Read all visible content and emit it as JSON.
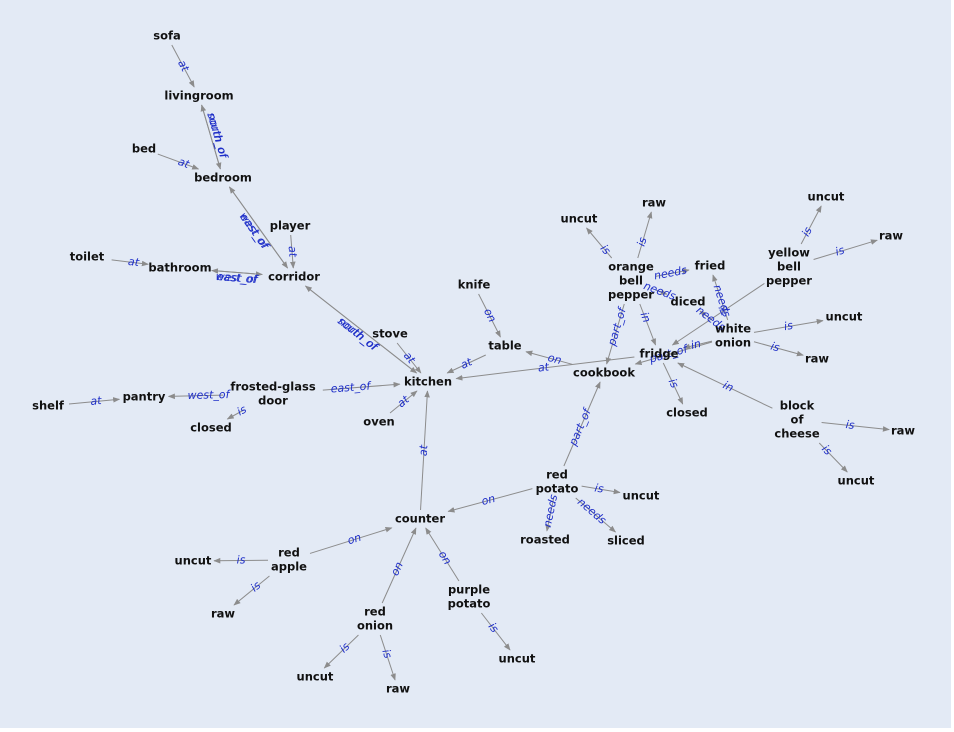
{
  "colors": {
    "background": "#e3eaf5",
    "node_text": "#111111",
    "player_text": "#e8a030",
    "edge_line": "#8c8c8c",
    "edge_label": "#1f2fc8"
  },
  "nodes": [
    {
      "id": "sofa",
      "lines": [
        "sofa"
      ]
    },
    {
      "id": "livingroom",
      "lines": [
        "livingroom"
      ]
    },
    {
      "id": "bed",
      "lines": [
        "bed"
      ]
    },
    {
      "id": "bedroom",
      "lines": [
        "bedroom"
      ]
    },
    {
      "id": "player",
      "lines": [
        "player"
      ],
      "highlight": true
    },
    {
      "id": "toilet",
      "lines": [
        "toilet"
      ]
    },
    {
      "id": "bathroom",
      "lines": [
        "bathroom"
      ]
    },
    {
      "id": "corridor",
      "lines": [
        "corridor"
      ]
    },
    {
      "id": "knife",
      "lines": [
        "knife"
      ]
    },
    {
      "id": "stove",
      "lines": [
        "stove"
      ]
    },
    {
      "id": "table",
      "lines": [
        "table"
      ]
    },
    {
      "id": "kitchen",
      "lines": [
        "kitchen"
      ]
    },
    {
      "id": "frosted_glass_door",
      "lines": [
        "frosted-glass",
        "door"
      ]
    },
    {
      "id": "pantry",
      "lines": [
        "pantry"
      ]
    },
    {
      "id": "shelf",
      "lines": [
        "shelf"
      ]
    },
    {
      "id": "closed_door",
      "lines": [
        "closed"
      ]
    },
    {
      "id": "oven",
      "lines": [
        "oven"
      ]
    },
    {
      "id": "uncut_bell",
      "lines": [
        "uncut"
      ]
    },
    {
      "id": "raw_bell",
      "lines": [
        "raw"
      ]
    },
    {
      "id": "orange_bell_pepper",
      "lines": [
        "orange",
        "bell",
        "pepper"
      ]
    },
    {
      "id": "fried",
      "lines": [
        "fried"
      ]
    },
    {
      "id": "diced",
      "lines": [
        "diced"
      ]
    },
    {
      "id": "uncut_yellow",
      "lines": [
        "uncut"
      ]
    },
    {
      "id": "raw_yellow",
      "lines": [
        "raw"
      ]
    },
    {
      "id": "yellow_bell_pepper",
      "lines": [
        "yellow",
        "bell",
        "pepper"
      ]
    },
    {
      "id": "white_onion",
      "lines": [
        "white",
        "onion"
      ]
    },
    {
      "id": "uncut_white",
      "lines": [
        "uncut"
      ]
    },
    {
      "id": "raw_white",
      "lines": [
        "raw"
      ]
    },
    {
      "id": "fridge",
      "lines": [
        "fridge"
      ]
    },
    {
      "id": "cookbook",
      "lines": [
        "cookbook"
      ]
    },
    {
      "id": "closed_fridge",
      "lines": [
        "closed"
      ]
    },
    {
      "id": "block_of_cheese",
      "lines": [
        "block",
        "of",
        "cheese"
      ]
    },
    {
      "id": "raw_cheese",
      "lines": [
        "raw"
      ]
    },
    {
      "id": "uncut_cheese",
      "lines": [
        "uncut"
      ]
    },
    {
      "id": "red_potato",
      "lines": [
        "red",
        "potato"
      ]
    },
    {
      "id": "uncut_potato",
      "lines": [
        "uncut"
      ]
    },
    {
      "id": "roasted",
      "lines": [
        "roasted"
      ]
    },
    {
      "id": "sliced",
      "lines": [
        "sliced"
      ]
    },
    {
      "id": "counter",
      "lines": [
        "counter"
      ]
    },
    {
      "id": "red_apple",
      "lines": [
        "red",
        "apple"
      ]
    },
    {
      "id": "uncut_apple",
      "lines": [
        "uncut"
      ]
    },
    {
      "id": "raw_apple",
      "lines": [
        "raw"
      ]
    },
    {
      "id": "red_onion",
      "lines": [
        "red",
        "onion"
      ]
    },
    {
      "id": "uncut_ronion",
      "lines": [
        "uncut"
      ]
    },
    {
      "id": "raw_ronion",
      "lines": [
        "raw"
      ]
    },
    {
      "id": "purple_potato",
      "lines": [
        "purple",
        "potato"
      ]
    },
    {
      "id": "uncut_ppotato",
      "lines": [
        "uncut"
      ]
    }
  ],
  "edges": [
    {
      "from": "sofa",
      "to": "livingroom",
      "label": "at"
    },
    {
      "from": "livingroom",
      "to": "bedroom",
      "label": "north_of"
    },
    {
      "from": "bedroom",
      "to": "livingroom",
      "label": "south_of"
    },
    {
      "from": "bed",
      "to": "bedroom",
      "label": "at"
    },
    {
      "from": "bedroom",
      "to": "corridor",
      "label": "west_of"
    },
    {
      "from": "corridor",
      "to": "bedroom",
      "label": "east_of"
    },
    {
      "from": "player",
      "to": "corridor",
      "label": "at"
    },
    {
      "from": "toilet",
      "to": "bathroom",
      "label": "at"
    },
    {
      "from": "bathroom",
      "to": "corridor",
      "label": "east_of"
    },
    {
      "from": "corridor",
      "to": "bathroom",
      "label": "west_of"
    },
    {
      "from": "corridor",
      "to": "kitchen",
      "label": "north_of"
    },
    {
      "from": "kitchen",
      "to": "corridor",
      "label": "south_of"
    },
    {
      "from": "stove",
      "to": "kitchen",
      "label": "at"
    },
    {
      "from": "knife",
      "to": "table",
      "label": "on"
    },
    {
      "from": "table",
      "to": "kitchen",
      "label": "at"
    },
    {
      "from": "frosted_glass_door",
      "to": "kitchen",
      "label": "east_of"
    },
    {
      "from": "frosted_glass_door",
      "to": "pantry",
      "label": "west_of"
    },
    {
      "from": "frosted_glass_door",
      "to": "closed_door",
      "label": "is"
    },
    {
      "from": "shelf",
      "to": "pantry",
      "label": "at"
    },
    {
      "from": "oven",
      "to": "kitchen",
      "label": "at"
    },
    {
      "from": "fridge",
      "to": "kitchen",
      "label": "at"
    },
    {
      "from": "counter",
      "to": "kitchen",
      "label": "at"
    },
    {
      "from": "cookbook",
      "to": "table",
      "label": "on"
    },
    {
      "from": "orange_bell_pepper",
      "to": "uncut_bell",
      "label": "is"
    },
    {
      "from": "orange_bell_pepper",
      "to": "raw_bell",
      "label": "is"
    },
    {
      "from": "orange_bell_pepper",
      "to": "fried",
      "label": "needs"
    },
    {
      "from": "orange_bell_pepper",
      "to": "diced",
      "label": "needs"
    },
    {
      "from": "orange_bell_pepper",
      "to": "cookbook",
      "label": "part_of"
    },
    {
      "from": "orange_bell_pepper",
      "to": "fridge",
      "label": "in"
    },
    {
      "from": "white_onion",
      "to": "fried",
      "label": "needs"
    },
    {
      "from": "white_onion",
      "to": "diced",
      "label": "needs"
    },
    {
      "from": "white_onion",
      "to": "uncut_white",
      "label": "is"
    },
    {
      "from": "white_onion",
      "to": "raw_white",
      "label": "is"
    },
    {
      "from": "white_onion",
      "to": "cookbook",
      "label": "part_of"
    },
    {
      "from": "white_onion",
      "to": "fridge",
      "label": "in"
    },
    {
      "from": "yellow_bell_pepper",
      "to": "uncut_yellow",
      "label": "is"
    },
    {
      "from": "yellow_bell_pepper",
      "to": "raw_yellow",
      "label": "is"
    },
    {
      "from": "yellow_bell_pepper",
      "to": "fridge",
      "label": "in"
    },
    {
      "from": "fridge",
      "to": "closed_fridge",
      "label": "is"
    },
    {
      "from": "block_of_cheese",
      "to": "fridge",
      "label": "in"
    },
    {
      "from": "block_of_cheese",
      "to": "raw_cheese",
      "label": "is"
    },
    {
      "from": "block_of_cheese",
      "to": "uncut_cheese",
      "label": "is"
    },
    {
      "from": "red_potato",
      "to": "cookbook",
      "label": "part_of"
    },
    {
      "from": "red_potato",
      "to": "uncut_potato",
      "label": "is"
    },
    {
      "from": "red_potato",
      "to": "roasted",
      "label": "needs"
    },
    {
      "from": "red_potato",
      "to": "sliced",
      "label": "needs"
    },
    {
      "from": "red_potato",
      "to": "counter",
      "label": "on"
    },
    {
      "from": "red_apple",
      "to": "counter",
      "label": "on"
    },
    {
      "from": "red_apple",
      "to": "uncut_apple",
      "label": "is"
    },
    {
      "from": "red_apple",
      "to": "raw_apple",
      "label": "is"
    },
    {
      "from": "red_onion",
      "to": "counter",
      "label": "on"
    },
    {
      "from": "red_onion",
      "to": "uncut_ronion",
      "label": "is"
    },
    {
      "from": "red_onion",
      "to": "raw_ronion",
      "label": "is"
    },
    {
      "from": "purple_potato",
      "to": "counter",
      "label": "on"
    },
    {
      "from": "purple_potato",
      "to": "uncut_ppotato",
      "label": "is"
    }
  ]
}
